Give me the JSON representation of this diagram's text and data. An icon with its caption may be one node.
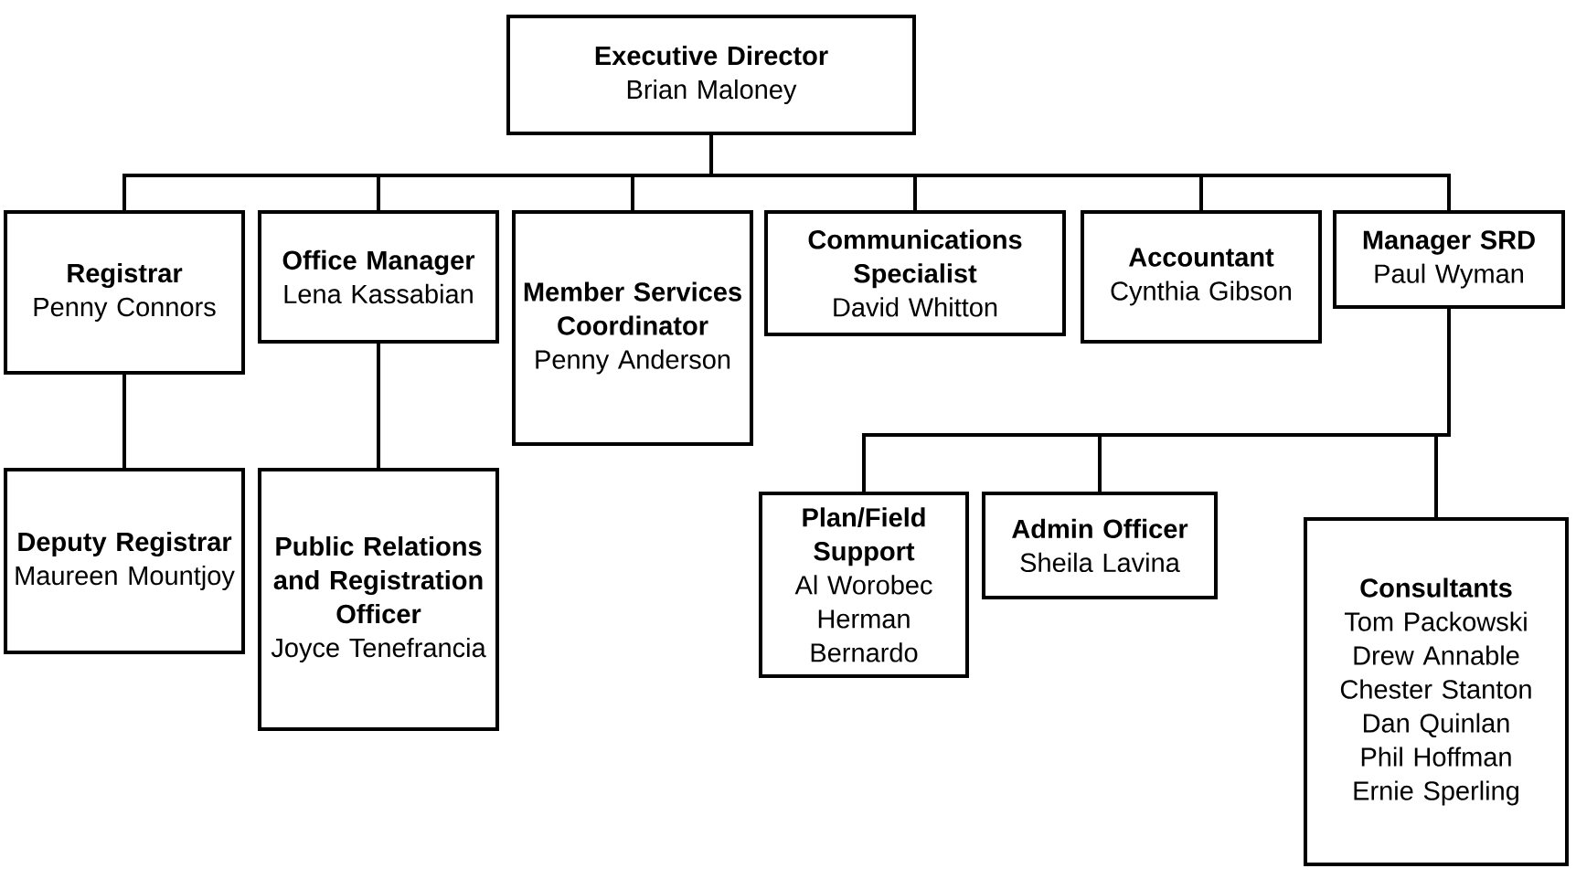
{
  "diagram": {
    "nodes": [
      {
        "text": [
          "Executive Director",
          "Brian Maloney"
        ]
      },
      {
        "text": [
          "Registrar",
          "Penny Connors"
        ]
      },
      {
        "text": [
          "Office Manager",
          "Lena Kassabian"
        ]
      },
      {
        "text": [
          "Member Services Coordinator",
          "Penny Anderson"
        ]
      },
      {
        "text": [
          "Communications Specialist",
          "David Whitton"
        ]
      },
      {
        "text": [
          "Accountant",
          "Cynthia Gibson"
        ]
      },
      {
        "text": [
          "Manager SRD",
          "Paul Wyman"
        ]
      },
      {
        "text": [
          "Deputy Registrar",
          "Maureen Mountjoy"
        ]
      },
      {
        "text": [
          "Public Relations and Registration Officer",
          "Joyce Tenefrancia"
        ]
      },
      {
        "text": [
          "Plan/Field Support",
          "Al Worobec Herman Bernardo"
        ]
      },
      {
        "text": [
          "Admin Officer",
          "Sheila Lavina"
        ]
      },
      {
        "text": [
          "Consultants",
          "Tom Packowski",
          "Drew Annable",
          "Chester Stanton",
          "Dan Quinlan",
          "Phil Hoffman",
          "Ernie Sperling"
        ]
      }
    ],
    "edges": [
      {
        "from": 0,
        "to": 1,
        "arrow": "none"
      },
      {
        "from": 0,
        "to": 2,
        "arrow": "none"
      },
      {
        "from": 0,
        "to": 3,
        "arrow": "none"
      },
      {
        "from": 0,
        "to": 4,
        "arrow": "none"
      },
      {
        "from": 0,
        "to": 5,
        "arrow": "none"
      },
      {
        "from": 0,
        "to": 6,
        "arrow": "none"
      },
      {
        "from": 1,
        "to": 7,
        "arrow": "none"
      },
      {
        "from": 2,
        "to": 8,
        "arrow": "none"
      },
      {
        "from": 6,
        "to": 9,
        "arrow": "none"
      },
      {
        "from": 6,
        "to": 10,
        "arrow": "none"
      },
      {
        "from": 6,
        "to": 11,
        "arrow": "none"
      }
    ]
  }
}
